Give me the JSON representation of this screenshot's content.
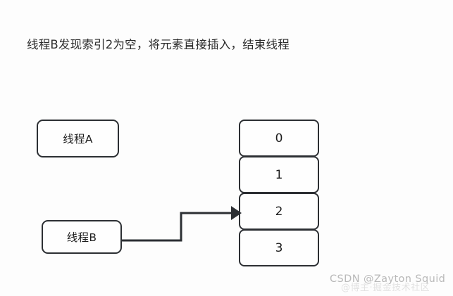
{
  "diagram": {
    "caption": "线程B发现索引2为空，将元素直接插入，结束线程",
    "background_color": "#fdfdfd",
    "stroke_color": "#2c2f33",
    "nodes": [
      {
        "id": "thread-a",
        "label": "线程A"
      },
      {
        "id": "thread-b",
        "label": "线程B"
      }
    ],
    "array": {
      "name": "hash-bucket-array",
      "cells": [
        {
          "index": "0",
          "value": "0"
        },
        {
          "index": "1",
          "value": "1"
        },
        {
          "index": "2",
          "value": "2"
        },
        {
          "index": "3",
          "value": "3"
        }
      ]
    },
    "connector": {
      "from": "thread-b",
      "to": "array-cell-2",
      "style": "elbow-arrow",
      "arrowhead": "filled-triangle"
    }
  },
  "watermark": {
    "csdn": "CSDN @Zayton Squid",
    "secondary": "@博主·掘金技术社区"
  }
}
